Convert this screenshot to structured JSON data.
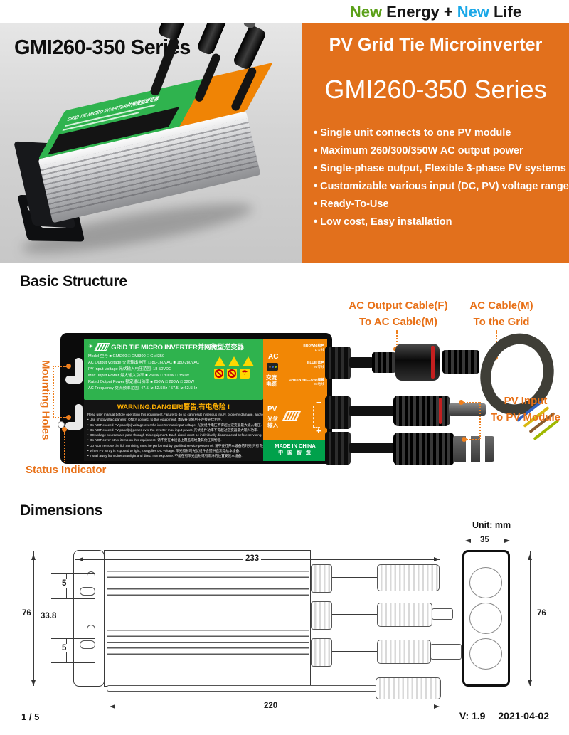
{
  "colors": {
    "accent_orange": "#e2701c",
    "label_green": "#2fb34e",
    "label_side_orange": "#f28705",
    "made_in_green": "#00a14b",
    "tagline_green": "#5ba019",
    "tagline_blue": "#1aa8e8",
    "callout_orange": "#e87118",
    "warning_yellow": "#ffb103"
  },
  "top": {
    "tagline": {
      "word1": "New",
      "word2": "Energy +",
      "word3": "New",
      "word4": "Life"
    },
    "photo_title": "GMI260-350 Series",
    "photo_label_title": "GRID TIE MICRO INVERTER并网微型逆变器",
    "panel": {
      "title": "PV Grid Tie Microinverter",
      "series": "GMI260-350 Series",
      "features": [
        "Single unit connects to one PV module",
        "Maximum 260/300/350W AC output power",
        "Single-phase output, Flexible 3-phase PV systems",
        "Customizable various input (DC, PV) voltage range",
        "Ready-To-Use",
        "Low cost, Easy installation"
      ]
    }
  },
  "structure": {
    "heading": "Basic Structure",
    "callouts": {
      "ac_output_line1": "AC Output Cable(F)",
      "ac_output_line2": "To AC Cable(M)",
      "ac_grid_line1": "AC Cable(M)",
      "ac_grid_line2": "To the Grid",
      "pv_line1": "PV Input",
      "pv_line2": "To PV Module",
      "mounting": "Mounting Holes",
      "status": "Status Indicator"
    },
    "label": {
      "title": "GRID TIE MICRO INVERTER并网微型逆变器",
      "specs": [
        "Model 型号  ■ GMI260  □ GMI300  □ GMI350",
        "AC Output Voltage 交流输出电压:  □ 80-160VAC  ■ 180-280VAC",
        "PV Input Voltage 光伏输入电压范围: 18-50VDC",
        "Max. Input Power 最大输入功率  ■ 260W  □ 300W  □ 350W",
        "Rated Output Power 额定输出功率  ■ 250W  □ 280W  □ 320W",
        "AC Frequency 交流频率范围: 47.5Hz-52.5Hz / 57.5Hz-62.5Hz"
      ],
      "warning_title": "WARNING,DANGER!警告,有电危险 !",
      "warning_lines": [
        "Read user manual before operating this equipment.Failure to do so can result in serious injury, property damage, and/or electrical shock. 操作本设备前请先阅读用户手册,否则将可能会导致严重伤害,财产损失和/或触电危险!",
        "• Use photovoltaic panel(s) ONLY connect to this equipment. 本设备仅限用于连接光伏组件.",
        "• Do NOT exceed PV panel(s) voltage over the inverter max input voltage. 光伏组件电压不得超过逆变器最大输入电压.",
        "• Do NOT exceed PV panel(s) power over the inverter max input power. 光伏组件功率不得超过逆变器最大输入功率.",
        "• DC voltage sources are pass through this equipment. Each circuit must be individually disconnected before servicing. 直流电流会经过本设备,维修前所有直流和交流电路必须逐一断开连接.",
        "• Do NOT cover other items on this equipment. 请不要在本设备上覆盖或堆叠其他任何物品.",
        "• Do NOT remove the lid. Servicing must be performed by qualified service personnel. 请不要打开本设备的外壳,只有专业人员才能维修本设备.",
        "• When PV array is exposed to light, it supplies DC voltage. 阳光照射时光伏组件会提供直流电给本设备.",
        "• Install away from direct sunlight and direct rain exposure. 不能在有阳光直射或有雨淋的位置安装本设备."
      ],
      "ac": {
        "en": "AC",
        "cn": "交流电缆",
        "wires": [
          {
            "en": "BROWN 棕色",
            "cn": "L 火线"
          },
          {
            "en": "BLUE 蓝色",
            "cn": "N 零线"
          },
          {
            "en": "GREEN YELLOW 绿黄",
            "cn": "G 地线"
          }
        ]
      },
      "pv": {
        "en": "PV",
        "cn": "光伏输入",
        "minus": "−",
        "plus": "+"
      },
      "made_in_en": "MADE IN CHINA",
      "made_in_cn": "中 国 智 造"
    }
  },
  "dimensions": {
    "heading": "Dimensions",
    "unit": "Unit: mm",
    "body_width": "233",
    "body_height": "76",
    "slot_top_offset": "5",
    "slot_spacing": "33.8",
    "slot_bottom_offset": "5",
    "cable_length": "220",
    "side_width": "35",
    "side_height": "76"
  },
  "footer": {
    "page": "1 / 5",
    "version": "V: 1.9",
    "date": "2021-04-02"
  }
}
